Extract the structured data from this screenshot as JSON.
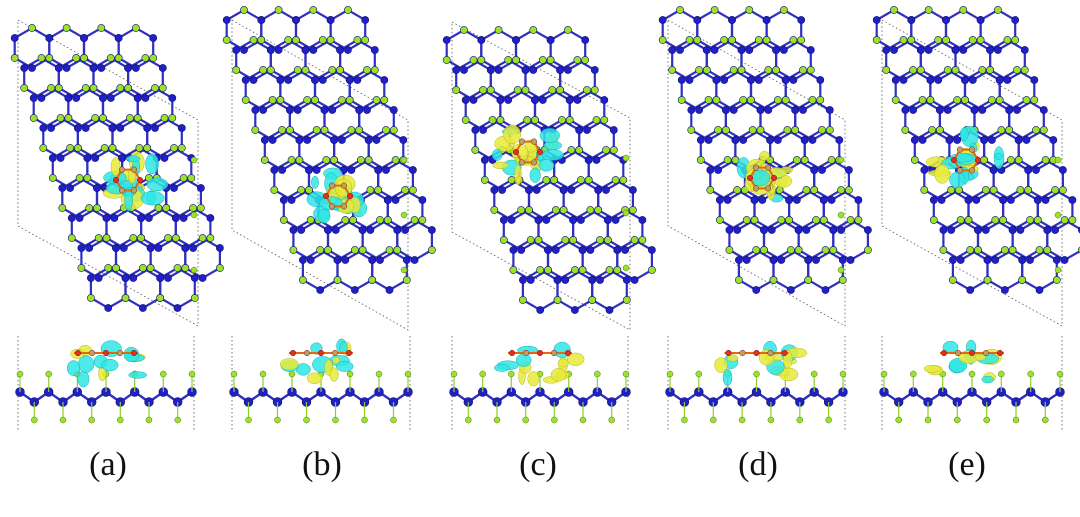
{
  "panels": [
    {
      "label": "(a)"
    },
    {
      "label": "(b)"
    },
    {
      "label": "(c)"
    },
    {
      "label": "(d)"
    },
    {
      "label": "(e)"
    }
  ],
  "colors": {
    "substrate_atom": "#2020c8",
    "substrate_bond": "#3030c0",
    "dopant_atom": "#9be22a",
    "oxygen_atom": "#e0301e",
    "molecule_bond": "#e06a10",
    "charge_accumulation": "#e8ea3a",
    "charge_depletion": "#2fe6e6",
    "cell_boundary": "#555555"
  }
}
